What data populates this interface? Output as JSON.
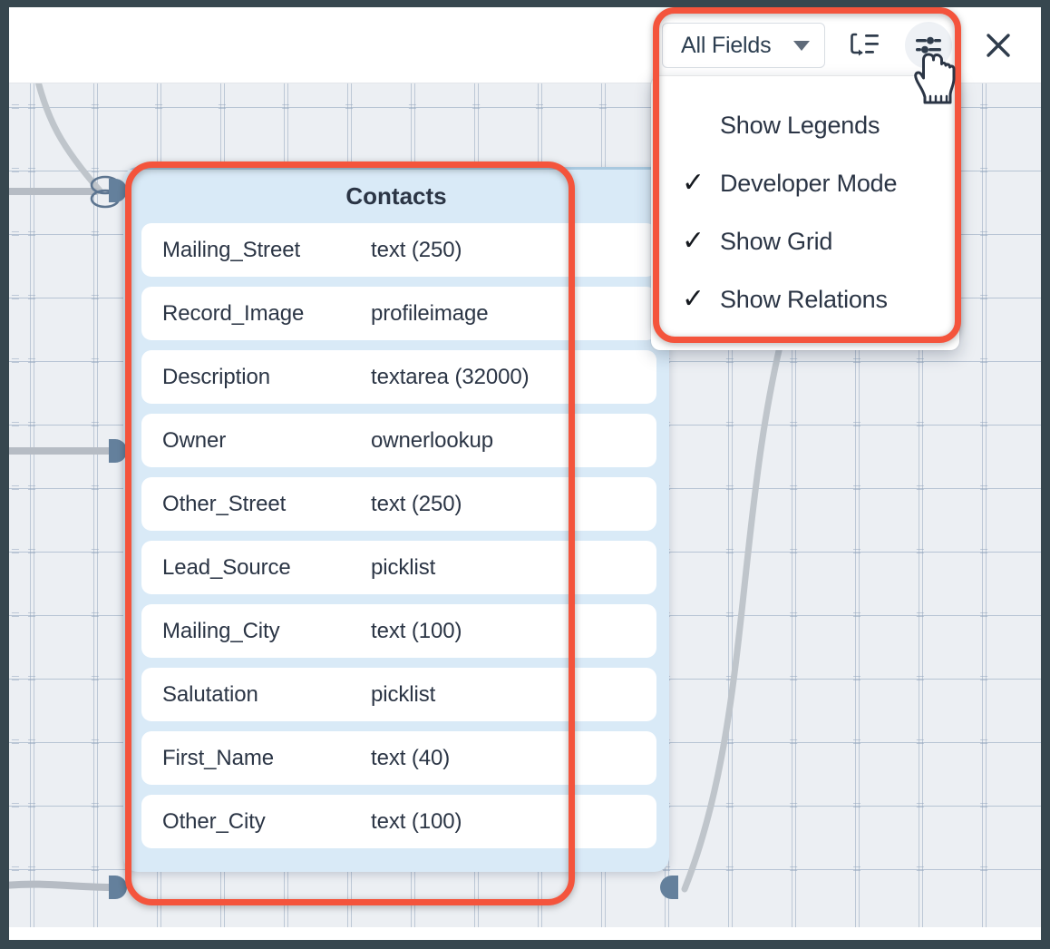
{
  "toolbar": {
    "fields_filter": {
      "label": "All Fields",
      "icon": "chevron-down-icon"
    },
    "buttons": [
      {
        "name": "relations-layout-icon",
        "title": "Relations"
      },
      {
        "name": "settings-sliders-icon",
        "title": "Settings"
      },
      {
        "name": "close-icon",
        "title": "Close"
      }
    ]
  },
  "settings_menu": {
    "items": [
      {
        "label": "Show Legends",
        "checked": false,
        "check_glyph": ""
      },
      {
        "label": "Developer Mode",
        "checked": true,
        "check_glyph": "✓"
      },
      {
        "label": "Show Grid",
        "checked": true,
        "check_glyph": "✓"
      },
      {
        "label": "Show Relations",
        "checked": true,
        "check_glyph": "✓"
      }
    ]
  },
  "entity_card": {
    "title": "Contacts",
    "fields": [
      {
        "name": "Mailing_Street",
        "type": "text (250)"
      },
      {
        "name": "Record_Image",
        "type": "profileimage"
      },
      {
        "name": "Description",
        "type": "textarea (32000)"
      },
      {
        "name": "Owner",
        "type": "ownerlookup"
      },
      {
        "name": "Other_Street",
        "type": "text (250)"
      },
      {
        "name": "Lead_Source",
        "type": "picklist"
      },
      {
        "name": "Mailing_City",
        "type": "text (100)"
      },
      {
        "name": "Salutation",
        "type": "picklist"
      },
      {
        "name": "First_Name",
        "type": "text (40)"
      },
      {
        "name": "Other_City",
        "type": "text (100)"
      }
    ]
  },
  "colors": {
    "highlight": "#f4543c",
    "card_bg": "#d9eaf7",
    "canvas_bg": "#eceff3",
    "text": "#2b3545",
    "connector": "#64809c",
    "edge": "#b9bfc6"
  }
}
